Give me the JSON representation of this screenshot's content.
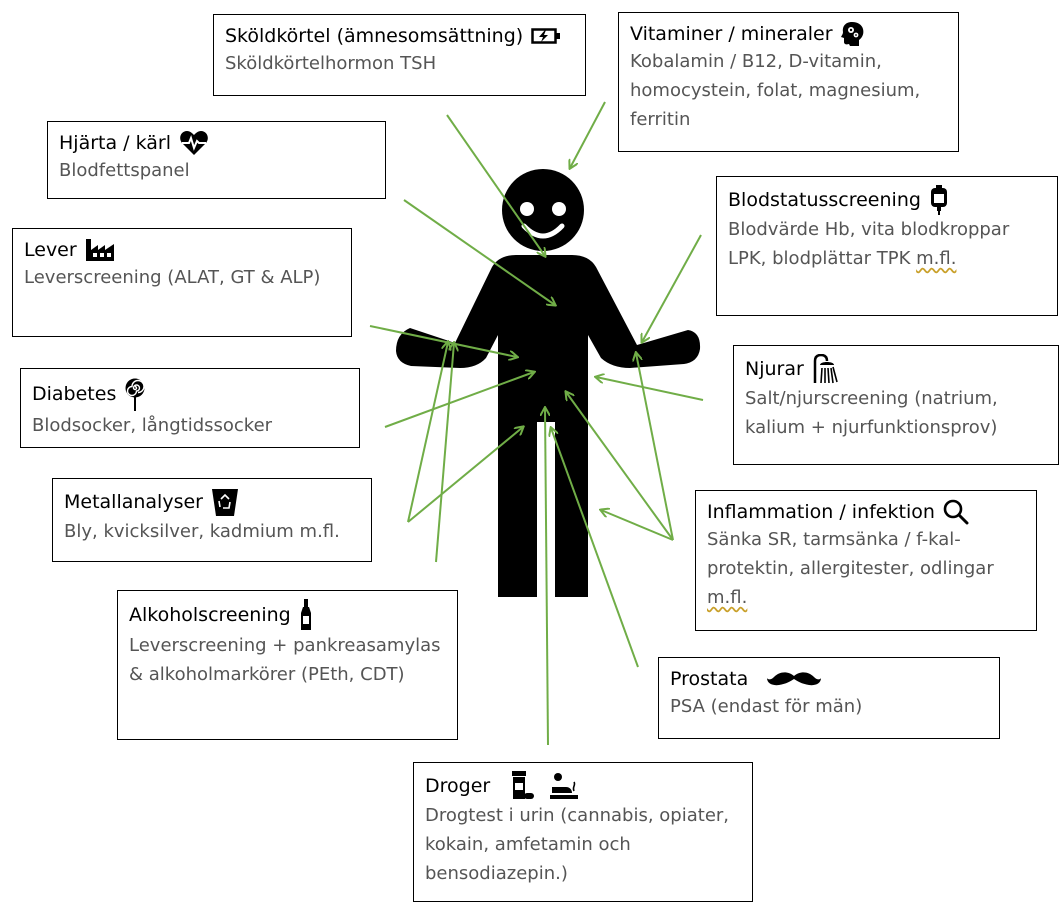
{
  "boxes": {
    "skoldkortel": {
      "title": "Sköldkörtel (ämnesomsättning)",
      "icon": "battery-charging-icon",
      "desc": "Sköldkörtelhormon TSH"
    },
    "vitaminer": {
      "title": "Vitaminer / mineraler",
      "icon": "head-gears-icon",
      "desc": "Kobalamin / B12, D-vitamin, homocystein, folat, magnesium, ferritin"
    },
    "hjarta": {
      "title": "Hjärta / kärl",
      "icon": "heartbeat-icon",
      "desc": "Blodfettspanel"
    },
    "blodstatus": {
      "title": "Blodstatusscreening",
      "icon": "blood-bag-icon",
      "desc_a": "Blodvärde Hb, vita blodkroppar LPK, blodplättar TPK ",
      "desc_b": "m.fl."
    },
    "lever": {
      "title": "Lever",
      "icon": "factory-icon",
      "desc": "Leverscreening (ALAT, GT & ALP)"
    },
    "njurar": {
      "title": "Njurar",
      "icon": "shower-icon",
      "desc": "Salt/njurscreening (natrium, kalium + njurfunktionsprov)"
    },
    "diabetes": {
      "title": "Diabetes",
      "icon": "lollipop-icon",
      "desc": "Blodsocker, långtidssocker"
    },
    "metall": {
      "title": "Metallanalyser",
      "icon": "recycle-bin-icon",
      "desc": "Bly, kvicksilver, kadmium m.fl."
    },
    "inflammation": {
      "title": "Inflammation / infektion",
      "icon": "search-icon",
      "desc_a": "Sänka SR, tarmsänka / f-kal-protektin, allergitester, odlingar ",
      "desc_b": "m.fl."
    },
    "alkohol": {
      "title": "Alkoholscreening",
      "icon": "bottle-icon",
      "desc": "Leverscreening + pankreasamylas & alkoholmarkörer (PEth, CDT)"
    },
    "prostata": {
      "title": "Prostata",
      "icon": "mustache-icon",
      "desc": "PSA (endast för män)"
    },
    "droger": {
      "title": "Droger",
      "icon": "pill-bottle-icon",
      "icon2": "smoking-icon",
      "desc": "Drogtest i urin (cannabis, opiater, kokain, amfetamin och bensodiazepin.)"
    }
  },
  "colors": {
    "arrow": "#70ad47",
    "figure": "#000000",
    "text": "#555555",
    "border": "#000000"
  }
}
